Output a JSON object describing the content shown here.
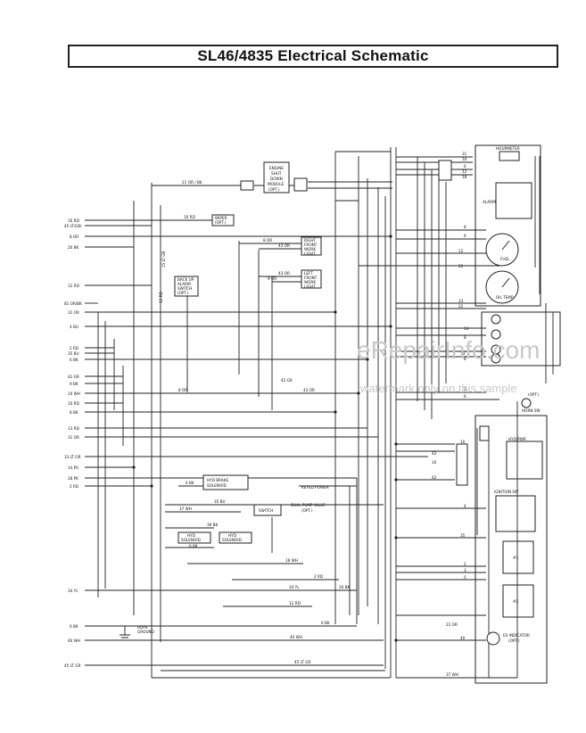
{
  "title": "SL46/4835 Electrical Schematic",
  "watermark": {
    "main": "eRepairInfo.com",
    "sub": "watermark only on this sample"
  },
  "components": {
    "hourmeter": "HOURMETER",
    "engine_shutdown": [
      "ENGINE",
      "SHUT",
      "DOWN",
      "MODULE",
      "(OPT.)"
    ],
    "wiper": [
      "WIPER",
      "(OPT.)"
    ],
    "right_front_work_light": [
      "RIGHT",
      "FRONT",
      "WORK",
      "LIGHT"
    ],
    "left_front_work_light": [
      "LEFT",
      "FRONT",
      "WORK",
      "LIGHT"
    ],
    "backup_alarm_switch": [
      "BACK UP",
      "ALARM",
      "SWITCH",
      "(OPT.)"
    ],
    "alarm": "ALARM",
    "fuel": "FUEL",
    "oil_temp": "OIL TEMP",
    "horn_sw": "HORN SW",
    "horn_opt": "(OPT.)",
    "hyd_pwr": "HYD PWR",
    "hyd_brake_solenoid": [
      "HYD BRAKE",
      "SOLENOID"
    ],
    "keyed_power": "KEYED POWER",
    "dual_pump_valve": [
      "DUAL PUMP VALVE",
      "(OPT.)"
    ],
    "switch": "SWITCH",
    "hyd_solenoid_1": [
      "HYD",
      "SOLENOID"
    ],
    "hyd_solenoid_2": [
      "HYD",
      "SOLENOID"
    ],
    "ignition_sw": "IGNITION SW",
    "relay1": "#1",
    "relay2": "#2",
    "rops_ground": [
      "ROPS",
      "GROUND"
    ],
    "ex_indicator": [
      "EX INDICATOR",
      "(OPT.)"
    ]
  },
  "left_wires": [
    {
      "label": "16 RD"
    },
    {
      "label": "45 LT/GN"
    },
    {
      "label": "8 OR"
    },
    {
      "label": "20 BK"
    },
    {
      "label": "12 RD"
    },
    {
      "label": "81 OR/BK"
    },
    {
      "label": "31 OR"
    },
    {
      "label": "4 BU"
    },
    {
      "label": "2 RD"
    },
    {
      "label": "35 BU"
    },
    {
      "label": "6 BK"
    },
    {
      "label": "42 GR"
    },
    {
      "label": "9 BK"
    },
    {
      "label": "10 WH"
    },
    {
      "label": "10 RD"
    },
    {
      "label": "8 BK"
    },
    {
      "label": "13 RD"
    },
    {
      "label": "31 OR"
    },
    {
      "label": "33 LT OR"
    },
    {
      "label": "14 PU"
    },
    {
      "label": "28 PK"
    },
    {
      "label": "2 RD"
    },
    {
      "label": "34 YL"
    },
    {
      "label": "6 BK"
    },
    {
      "label": "40 WH"
    },
    {
      "label": "45 LT GR"
    }
  ],
  "inline_wires": [
    {
      "label": "21 OR / BK"
    },
    {
      "label": "16 RD"
    },
    {
      "label": "8 OR"
    },
    {
      "label": "43 OR"
    },
    {
      "label": "43 OR"
    },
    {
      "label": "9 OR"
    },
    {
      "label": "43 OR"
    },
    {
      "label": "42 GR"
    },
    {
      "label": "8 OR"
    },
    {
      "label": "35 BU"
    },
    {
      "label": "37 WH"
    },
    {
      "label": "39 BK"
    },
    {
      "label": "6 BK"
    },
    {
      "label": "18 WH"
    },
    {
      "label": "2 RD"
    },
    {
      "label": "34 YL"
    },
    {
      "label": "20 BK"
    },
    {
      "label": "12 RD"
    },
    {
      "label": "6 BK"
    },
    {
      "label": "40 WH"
    },
    {
      "label": "45 LT GR"
    },
    {
      "label": "37 WH"
    },
    {
      "label": "15 LT GR"
    },
    {
      "label": "12 RD"
    },
    {
      "label": "6 BK"
    },
    {
      "label": "22 OR"
    }
  ],
  "connector_numbers": [
    {
      "label": "31"
    },
    {
      "label": "34"
    },
    {
      "label": "6"
    },
    {
      "label": "12"
    },
    {
      "label": "18"
    },
    {
      "label": "8"
    },
    {
      "label": "9"
    },
    {
      "label": "12"
    },
    {
      "label": "25"
    },
    {
      "label": "23"
    },
    {
      "label": "22"
    },
    {
      "label": "14"
    },
    {
      "label": "8"
    },
    {
      "label": "13"
    },
    {
      "label": "8"
    },
    {
      "label": "2"
    },
    {
      "label": "6"
    },
    {
      "label": "10"
    },
    {
      "label": "42"
    },
    {
      "label": "16"
    },
    {
      "label": "42"
    },
    {
      "label": "4"
    },
    {
      "label": "35"
    },
    {
      "label": "2"
    },
    {
      "label": "3"
    },
    {
      "label": "5"
    },
    {
      "label": "40"
    }
  ]
}
